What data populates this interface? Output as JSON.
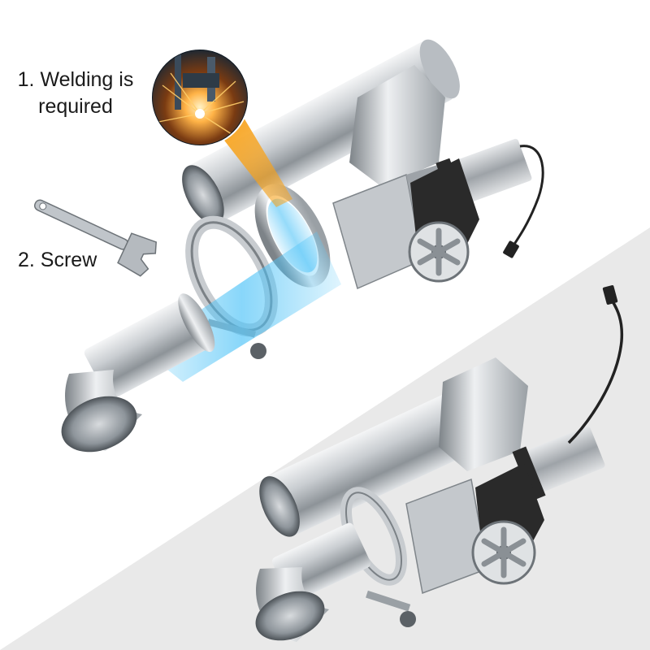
{
  "labels": {
    "welding_line1": "1. Welding is",
    "welding_line2": "required",
    "screw": "2. Screw"
  },
  "colors": {
    "background": "#ffffff",
    "bottom_panel": "#e9e9e9",
    "steel_light": "#e8eaec",
    "steel_mid": "#a9aeb3",
    "steel_dark": "#5b6166",
    "highlight_blue": "#4fc3f7",
    "highlight_orange": "#f7a21b",
    "motor_black": "#2a2a2a",
    "weld_glow": "#ffb347"
  },
  "icons": [
    "welding-photo",
    "wrench-icon",
    "exhaust-cutout-exploded",
    "exhaust-cutout-assembled",
    "v-band-clamp",
    "electric-motor",
    "dc-power-cable"
  ]
}
